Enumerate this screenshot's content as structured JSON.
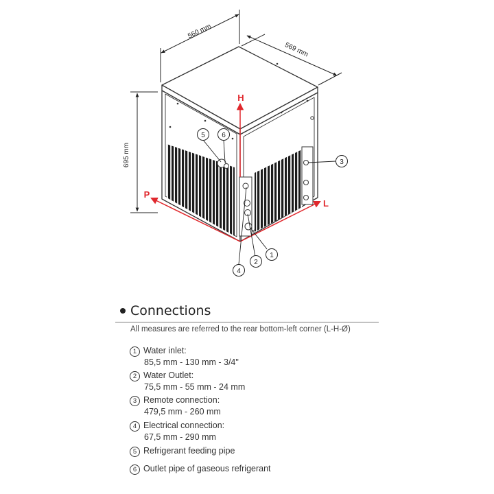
{
  "dimensions": {
    "width": "560 mm",
    "depth": "569 mm",
    "height": "695 mm"
  },
  "axes": {
    "height_axis": "H",
    "length_axis": "L",
    "depth_axis": "P"
  },
  "callouts": [
    "1",
    "2",
    "3",
    "4",
    "5",
    "6"
  ],
  "colors": {
    "axis_red": "#e0282d",
    "line": "#333333"
  },
  "section": {
    "title": "Connections",
    "note": "All measures are referred to the rear bottom-left corner (L-H-Ø)"
  },
  "connections": [
    {
      "num": "1",
      "label": "Water inlet:",
      "value": "85,5 mm  - 130 mm - 3/4\""
    },
    {
      "num": "2",
      "label": "Water Outlet:",
      "value": "75,5 mm - 55 mm - 24 mm"
    },
    {
      "num": "3",
      "label": "Remote connection:",
      "value": "479,5 mm - 260 mm"
    },
    {
      "num": "4",
      "label": "Electrical connection:",
      "value": "67,5 mm - 290 mm"
    },
    {
      "num": "5",
      "label": "Refrigerant feeding pipe",
      "value": ""
    },
    {
      "num": "6",
      "label": "Outlet pipe of gaseous refrigerant",
      "value": ""
    }
  ]
}
